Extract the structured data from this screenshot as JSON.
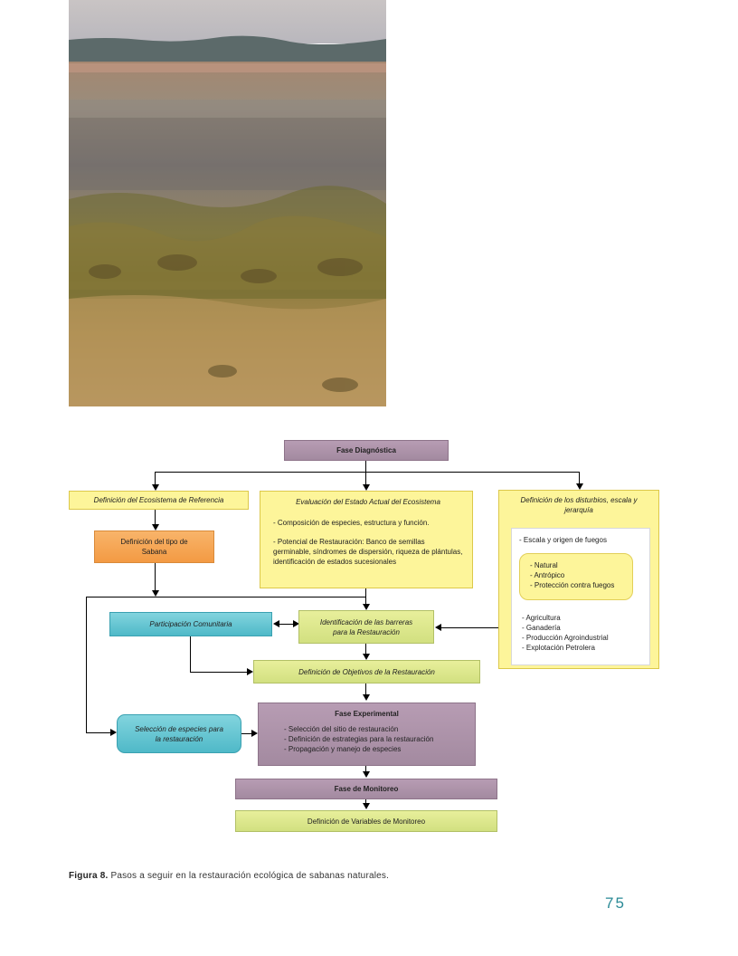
{
  "photo": {
    "description_icon": "savanna-photo"
  },
  "flow": {
    "fase_diagnostica": "Fase Diagnóstica",
    "def_ecosistema": "Definición del Ecosistema de Referencia",
    "eval_title": "Evaluación del Estado Actual del Ecosistema",
    "eval_items": [
      "- Composición de especies, estructura y función.",
      "- Potencial de Restauración: Banco de semillas germinable, síndromes de dispersión, riqueza de plántulas, identificación de estados sucesionales"
    ],
    "disturbios_title": "Definición de los disturbios, escala y jerarquía",
    "escala_title": "- Escala y origen de fuegos",
    "fuegos": [
      "- Natural",
      "- Antrópico",
      "- Protección contra fuegos"
    ],
    "otros": [
      "- Agricultura",
      "- Ganadería",
      "- Producción Agroindustrial",
      "- Explotación Petrolera"
    ],
    "tipo_sabana": "Definición del tipo de Sabana",
    "participacion": "Participación Comunitaria",
    "barreras": "Identificación de las barreras para la Restauración",
    "objetivos": "Definición de Objetivos de la Restauración",
    "seleccion": "Selección de especies para la restauración",
    "fase_experimental": "Fase Experimental",
    "exp_items": [
      "- Selección del sitio de restauración",
      "- Definición de estrategias para la restauración",
      "- Propagación y manejo de especies"
    ],
    "fase_monitoreo": "Fase de Monitoreo",
    "variables": "Definición de Variables de Monitoreo"
  },
  "caption": {
    "label": "Figura 8.",
    "text": " Pasos a seguir en la restauración ecológica de sabanas naturales."
  },
  "page_number": "75"
}
